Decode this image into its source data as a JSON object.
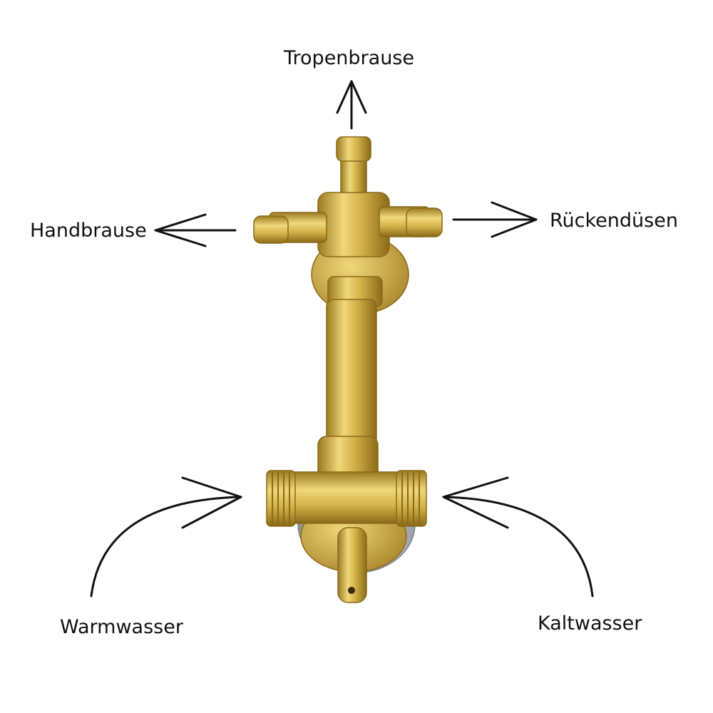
{
  "labels": {
    "top": "Tropenbrause",
    "left": "Handbrause",
    "right": "Rückendüsen",
    "warm": "Warmwasser",
    "cold": "Kaltwasser"
  },
  "colors": {
    "brass_light": "#f0d87a",
    "brass_mid": "#d4b24a",
    "brass_dark": "#9a7a22",
    "chrome": "#c8ccd0",
    "arrow": "#111111"
  },
  "icons": {
    "valve": "brass-shower-mixer-valve-icon"
  }
}
